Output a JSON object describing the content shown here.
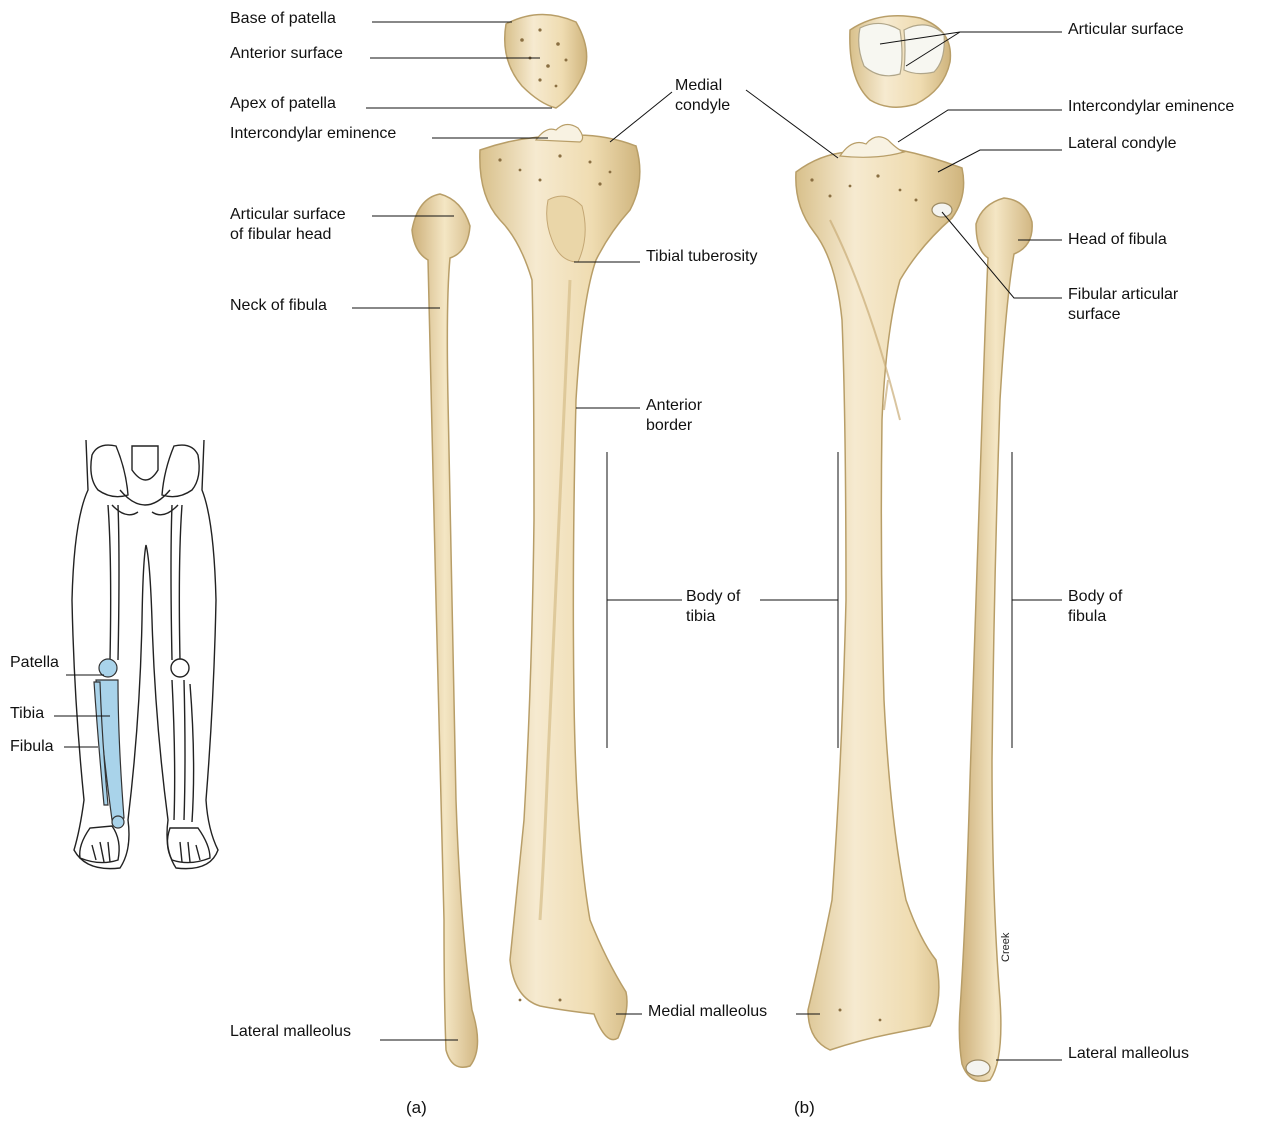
{
  "labels_a": {
    "base_of_patella": "Base of patella",
    "anterior_surface": "Anterior surface",
    "apex_of_patella": "Apex of patella",
    "intercondylar_eminence": "Intercondylar eminence",
    "articular_surface_fibular_head": "Articular surface\nof fibular head",
    "neck_of_fibula": "Neck of fibula",
    "lateral_malleolus": "Lateral malleolus",
    "medial_condyle": "Medial\ncondyle",
    "tibial_tuberosity": "Tibial tuberosity",
    "anterior_border": "Anterior\nborder",
    "body_of_tibia": "Body of\ntibia",
    "medial_malleolus": "Medial malleolus"
  },
  "labels_b": {
    "articular_surface": "Articular surface",
    "intercondylar_eminence": "Intercondylar eminence",
    "lateral_condyle": "Lateral condyle",
    "head_of_fibula": "Head of fibula",
    "fibular_articular_surface": "Fibular articular\nsurface",
    "body_of_fibula": "Body of\nfibula",
    "lateral_malleolus": "Lateral malleolus"
  },
  "inset_labels": {
    "patella": "Patella",
    "tibia": "Tibia",
    "fibula": "Fibula"
  },
  "captions": {
    "a": "(a)",
    "b": "(b)"
  },
  "artist_signature": "Creek",
  "colors": {
    "bone": "#f2e4bd",
    "bone_shadow": "#d9c08c",
    "bone_outline": "#b89e68",
    "highlight_bone": "#a9d3ea",
    "leader_line": "#111111"
  }
}
